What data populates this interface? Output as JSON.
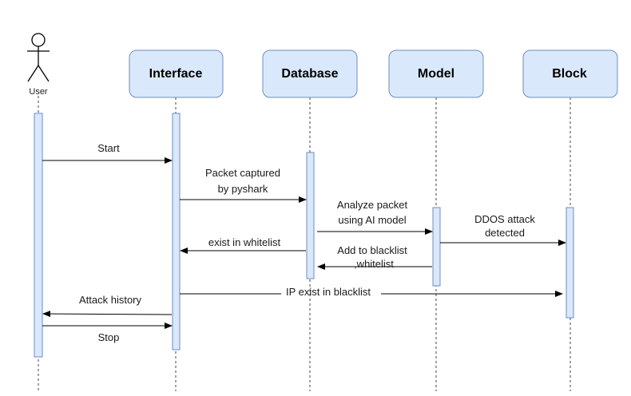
{
  "actor": {
    "label": "User"
  },
  "participants": {
    "interface": "Interface",
    "database": "Database",
    "model": "Model",
    "block": "Block"
  },
  "messages": {
    "start": "Start",
    "packet_line1": "Packet captured",
    "packet_line2": "by pyshark",
    "analyze_line1": "Analyze packet",
    "analyze_line2": "using AI model",
    "ddos_line1": "DDOS attack",
    "ddos_line2": "detected",
    "whitelist_exist": "exist in whitelist",
    "add_line1": "Add to blacklist",
    "add_line2": ",whitelist",
    "ip_blacklist": "IP exist in blacklist",
    "attack_history": "Attack history",
    "stop": "Stop"
  },
  "colors": {
    "box_fill": "#dae8fc",
    "box_stroke": "#6c8ebf",
    "line": "#000000"
  }
}
